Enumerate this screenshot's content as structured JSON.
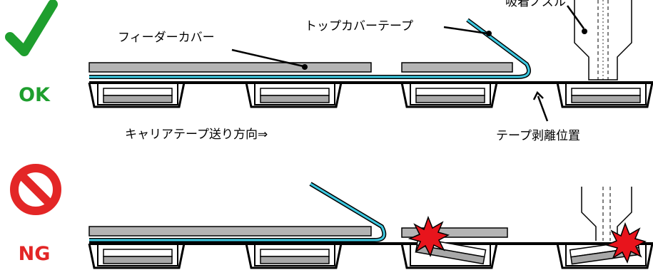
{
  "ok_panel": {
    "status_label": "OK",
    "labels": {
      "feeder_cover": "フィーダーカバー",
      "top_cover_tape": "トップカバーテープ",
      "suction_nozzle": "吸着ノズル",
      "carrier_tape_direction": "キャリアテープ送り方向⇒",
      "tape_peel_position": "テープ剥離位置"
    }
  },
  "ng_panel": {
    "status_label": "NG"
  },
  "colors": {
    "ok_green": "#1e9e2e",
    "ng_red": "#e32626",
    "cover_tape": "#3cc8e0",
    "feeder_cover_gray": "#b4b4b4",
    "component_gray": "#a8a8a8",
    "burst_red": "#e8141c",
    "tape_black": "#000000"
  },
  "icons": {
    "ok": "check-mark-icon",
    "ng": "prohibited-icon",
    "collision": "collision-burst-icon"
  }
}
